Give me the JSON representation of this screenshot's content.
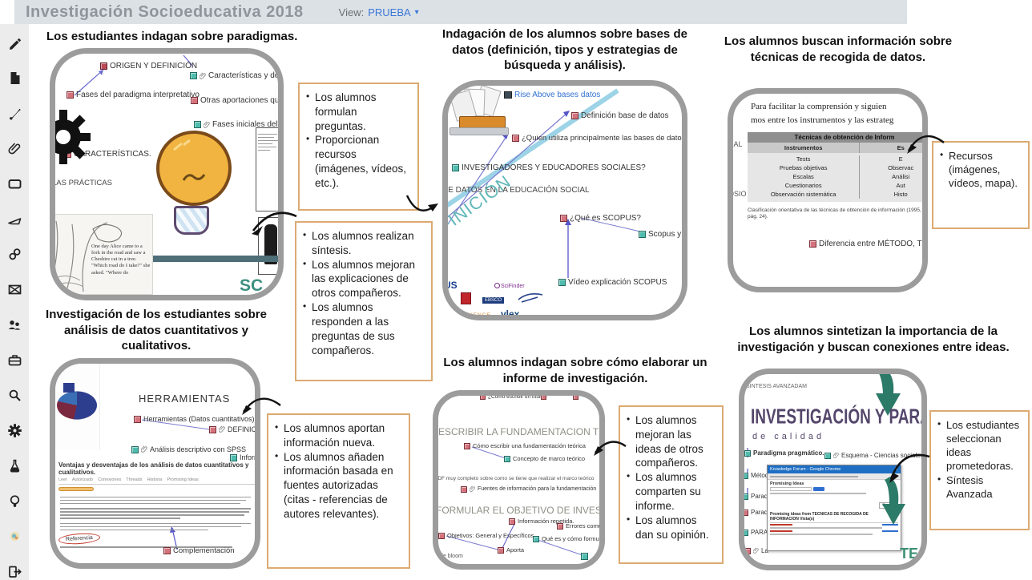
{
  "topbar": {
    "title": "Investigación Socioeducativa 2018",
    "view_label": "View:",
    "view_value": "PRUEBA",
    "caret": "▾"
  },
  "sidebar_icons": [
    "pen",
    "file",
    "brush",
    "paperclip",
    "card",
    "page",
    "link",
    "mail-x",
    "people",
    "briefcase",
    "search",
    "gear",
    "flask",
    "bulb",
    "highlight",
    "logout"
  ],
  "headings": {
    "paradigmas": "Los estudiantes indagan sobre paradigmas.",
    "bases": "Indagación de los alumnos sobre bases de datos (definición, tipos y estrategias de búsqueda y análisis).",
    "tecnicas": "Los alumnos buscan información sobre técnicas de recogida de datos.",
    "cuanti": "Investigación de los estudiantes sobre análisis de datos cuantitativos y cualitativos.",
    "informe": "Los alumnos indagan sobre cómo elaborar un informe de investigación.",
    "sintesis": "Los alumnos sintetizan la importancia de la investigación y buscan conexiones entre ideas."
  },
  "paradigmas": {
    "nodes": {
      "origen": "ORIGEN Y DEFINICIÓN",
      "caracteristicas_def": "Características y defin",
      "fases_interpretativo": "Fases del paradigma interpretativo",
      "otras_aportaciones": "Otras aportaciones que no",
      "fases_iniciales": "Fases iniciales del par",
      "caracteristicas": "CARACTERÍSTICAS.",
      "las_practicas": "LAS PRÁCTICAS"
    },
    "alice_caption": "One day Alice came to a fork in the road and saw a Cheshire cat in a tree. \"Which road do I take?\" she asked. \"Where do",
    "partial_word": "SC"
  },
  "bases": {
    "nodes": {
      "rise": "Rise Above bases datos",
      "definicion": "Definición base de datos",
      "quien": "¿Quien utiliza principalmente las bases de datos?",
      "investigadores": "INVESTIGADORES Y EDUCADORES SOCIALES?",
      "de_datos": "DE DATOS EN LA EDUCACIÓN SOCIAL",
      "finicion": "FINICIÓN",
      "que_es_scopus": "¿Qué es SCOPUS?",
      "scopus_y": "Scopus y",
      "video_scopus": "Vídeo explicación SCOPUS"
    },
    "logos": {
      "us": "US",
      "scifinder": "SciFinder",
      "ebsco": "EBSCO",
      "vlex": "vlex",
      "of_science": "OF SCIENCE"
    }
  },
  "tecnicas": {
    "intro_line1": "Para facilitar la comprensión y siguien",
    "intro_line2": "mos entre los instrumentos y las estrateg",
    "margin_top": "UAL",
    "margin_bottom": "POSIO",
    "table": {
      "title": "Técnicas de obtención de Inform",
      "col1": "Instrumentos",
      "col2": "Es",
      "instrumentos": [
        "Tests",
        "Pruebas objetivas",
        "Escalas",
        "Cuestionarios",
        "Observación sistemática"
      ],
      "estrategias": [
        "E",
        "Observac",
        "Análisi",
        "Aut",
        "Histo"
      ]
    },
    "caption": "Clasificación orientativa de las técnicas de obtención de información (1995, pág. 24).",
    "nodo_diferencia": "Diferencia entre MÉTODO, TÉCNIC"
  },
  "cuanti": {
    "title": "HERRAMIENTAS",
    "nodes": {
      "herramientas": "Herramientas (Datos cuantitativos)",
      "definicio": "DEFINICIO",
      "spss": "Análisis descriptivo con SPSS",
      "informaci": "Informaci",
      "complementacion": "Complementación"
    },
    "doc_title": "Ventajas y desventajas de los análisis de datos cuantitativos y cualitativos.",
    "doc_tabs": "Leer    Autorizado    Conexiones    Threads    Historia    Promising Ideas",
    "referencia": "Referencia"
  },
  "informe": {
    "nodes": {
      "titulo": "¿Cómo escribir un título?",
      "escribir": "ESCRIBIR LA FUNDAMENTACION TEORIC",
      "como_escribir": "Cómo escribir una fundamentación teórica",
      "concepto": "Concepto de marco teórico",
      "pdf": "PDF muy completo sobre como se tiene que realizar el marco teórico",
      "fuentes": "Fuentes de información para la fundamentación",
      "formular": "FORMULAR EL OBJETIVO DE INVESTIGAC",
      "info_repetida": "Información repetida.",
      "errores": "Errores comunes al fo",
      "objetivos": "Objetivos: General y Específicos.",
      "que_es": "Qué es y cómo formular un objetivo",
      "aporta": "Aporta",
      "bloom": "de bloom"
    }
  },
  "sintesis": {
    "label_top": "SINTESIS AVANZADAM",
    "big_title": "INVESTIGACIÓN  Y PARADIGMAS",
    "subtitle": "de calidad",
    "nodes": {
      "pragmatico": "Paradigma pragmático.",
      "esquema": "Esquema - Ciencias sociales -e social-",
      "metodos": "Métodos m",
      "paradigm1": "Paradigm",
      "paradigm2": "Paradigm",
      "paradig": "PARADIG",
      "la": "La"
    },
    "browser": {
      "title": "Knowledge Forum - Google Chrome",
      "panel_title": "Promising Ideas",
      "search_label": "Search",
      "bold_line": "Promising ideas from TECNICAS DE RECOGIDA DE INFORMACION Vista(s)"
    },
    "partial_word": "TEC"
  },
  "callouts": {
    "c1": {
      "items": [
        "Los alumnos formulan preguntas.",
        "Proporcionan recursos (imágenes, vídeos, etc.)."
      ]
    },
    "c2": {
      "items": [
        "Los alumnos realizan síntesis.",
        "Los alumnos mejoran las explicaciones de otros compañeros.",
        "Los alumnos responden a las preguntas de sus compañeros."
      ]
    },
    "c3": {
      "items": [
        "Recursos (imágenes, vídeos, mapa)."
      ]
    },
    "c4": {
      "items": [
        "Los alumnos aportan información nueva.",
        "Los alumnos añaden información basada en fuentes autorizadas (citas - referencias de autores relevantes)."
      ]
    },
    "c5": {
      "items": [
        "Los alumnos mejoran las ideas de otros compañeros.",
        "Los alumnos comparten su informe.",
        "Los alumnos dan su opinión."
      ]
    },
    "c6": {
      "items": [
        "Los estudiantes seleccionan ideas prometedoras.",
        "Síntesis Avanzada"
      ]
    }
  },
  "colors": {
    "callout_border": "#dcaa72",
    "node_pink": "#d4737c",
    "node_teal": "#4fbcae",
    "panel_border": "#9c9c9c",
    "link_blue": "#3b78d8",
    "green_arrow": "#2c7a68"
  }
}
